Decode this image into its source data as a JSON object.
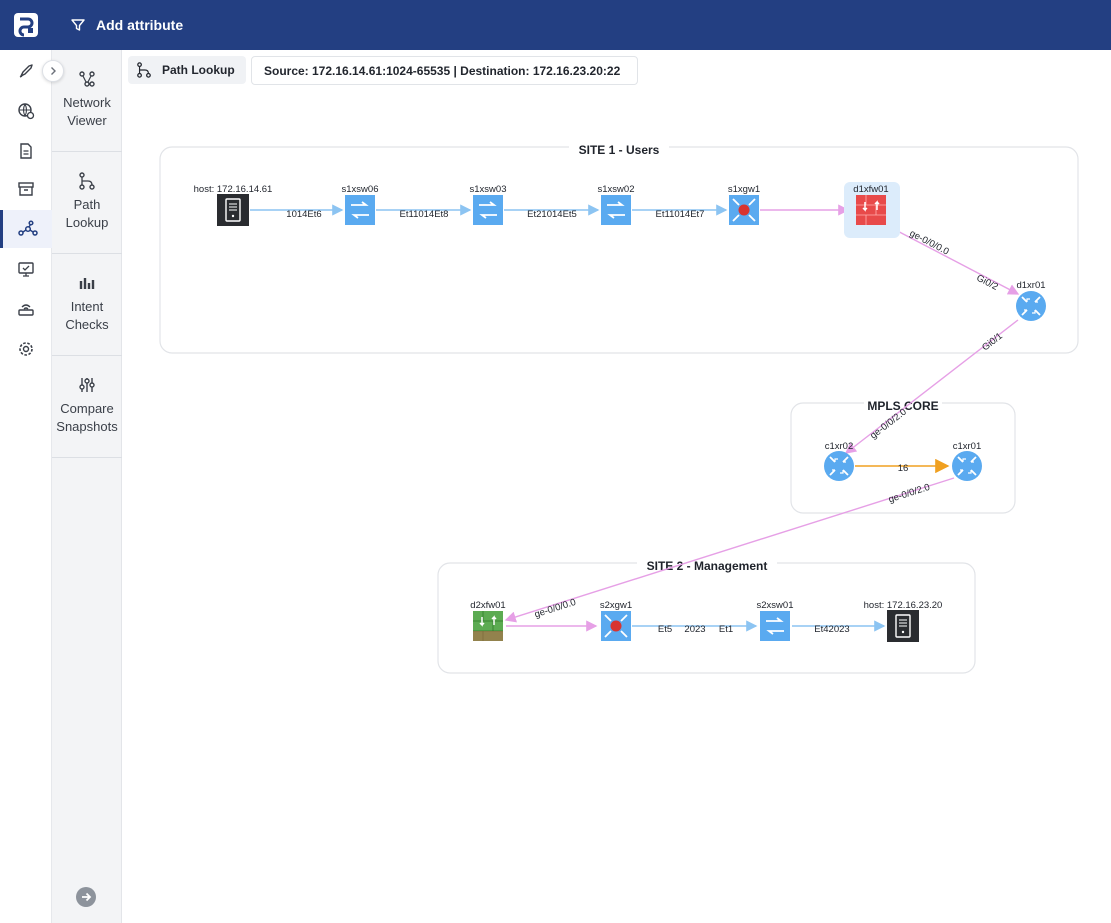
{
  "topbar": {
    "add_attribute_label": "Add attribute"
  },
  "rail": {
    "items": [
      "rocket-icon",
      "globe-settings-icon",
      "document-icon",
      "archive-icon",
      "network-icon",
      "monitor-icon",
      "router-icon",
      "gear-icon"
    ]
  },
  "subnav": {
    "items": [
      {
        "label": "Network\nViewer",
        "icon": "network-viewer-icon"
      },
      {
        "label": "Path\nLookup",
        "icon": "path-lookup-icon"
      },
      {
        "label": "Intent\nChecks",
        "icon": "bar-chart-icon"
      },
      {
        "label": "Compare\nSnapshots",
        "icon": "compare-icon"
      }
    ]
  },
  "path_lookup": {
    "tab_label": "Path Lookup",
    "query": "Source: 172.16.14.61:1024-65535 | Destination: 172.16.23.20:22"
  },
  "diagram": {
    "groups": {
      "site1": "SITE 1 - Users",
      "mpls": "MPLS CORE",
      "site2": "SITE 2 - Management"
    },
    "nodes": {
      "host1": "host: 172.16.14.61",
      "s1xsw06": "s1xsw06",
      "s1xsw03": "s1xsw03",
      "s1xsw02": "s1xsw02",
      "s1xgw1": "s1xgw1",
      "d1xfw01": "d1xfw01",
      "d1xr01": "d1xr01",
      "c1xr02": "c1xr02",
      "c1xr01": "c1xr01",
      "d2xfw01": "d2xfw01",
      "s2xgw1": "s2xgw1",
      "s2xsw01": "s2xsw01",
      "host2": "host: 172.16.23.20"
    },
    "edges": {
      "e1": "1014Et6",
      "e2": "Et11014Et8",
      "e3": "Et21014Et5",
      "e4": "Et11014Et7",
      "e5": "ge-0/0/0.0",
      "e6": "Gi0/2",
      "e7": "Gi0/1",
      "e8": "ge-0/0/2.0",
      "e9": "16",
      "e10": "ge-0/0/2.0",
      "e11": "ge-0/0/0.0",
      "e12a": "Et5",
      "e12b": "2023",
      "e12c": "Et1",
      "e13": "Et42023"
    },
    "colors": {
      "switch": "#5aaaf0",
      "router": "#5aaaf0",
      "firewall_red": "#e84a4a",
      "firewall_green": "#5cab52",
      "host": "#2a2c30",
      "edge_blue": "#8cc4f2",
      "edge_pink": "#e6a0e6",
      "edge_orange": "#f0a020"
    }
  }
}
